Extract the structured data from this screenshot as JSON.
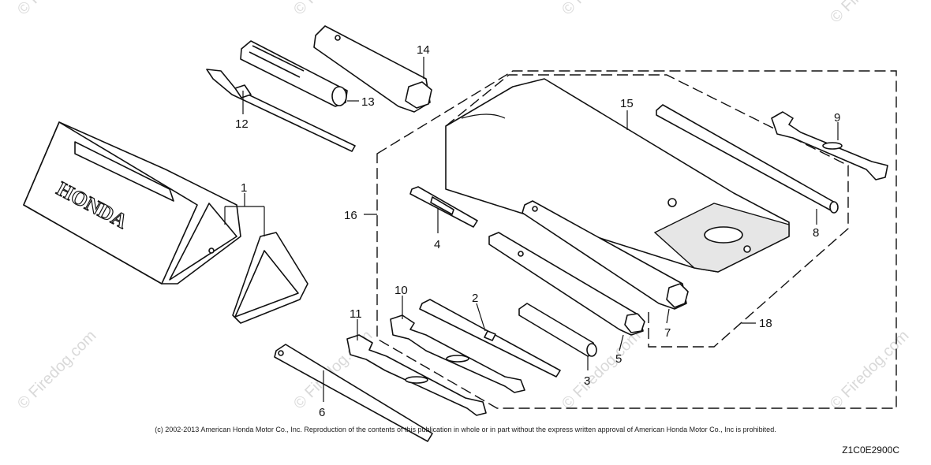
{
  "callouts": {
    "p1": "1",
    "p2": "2",
    "p3": "3",
    "p4": "4",
    "p5": "5",
    "p6": "6",
    "p7": "7",
    "p8": "8",
    "p9": "9",
    "p10": "10",
    "p11": "11",
    "p12": "12",
    "p13": "13",
    "p14": "14",
    "p15": "15",
    "p16": "16",
    "p18": "18"
  },
  "case_logo": "HONDA",
  "watermarks": [
    "© Firedog.com",
    "© Firedog.com",
    "© Firedog.com",
    "© Firedog.com",
    "© Firedog.com",
    "© Firedog.com",
    "© Firedog.com",
    "© Firedog.com"
  ],
  "copyright": "(c) 2002-2013 American Honda Motor Co., Inc. Reproduction of the contents of this publication in whole or in part without the express written approval of American Honda Motor Co., Inc is prohibited.",
  "drawing_code": "Z1C0E2900C"
}
